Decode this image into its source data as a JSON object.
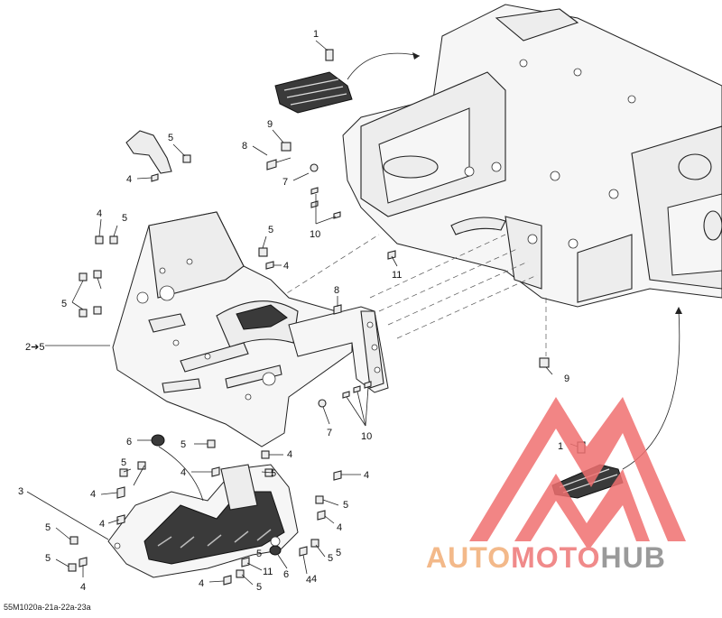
{
  "figure": {
    "code": "55M1020a-21a-22a-23a"
  },
  "callouts": [
    {
      "id": "c1a",
      "label": "1"
    },
    {
      "id": "c1b",
      "label": "1"
    },
    {
      "id": "c9a",
      "label": "9"
    },
    {
      "id": "c9b",
      "label": "9"
    },
    {
      "id": "c8a",
      "label": "8"
    },
    {
      "id": "c8b",
      "label": "8"
    },
    {
      "id": "c5a",
      "label": "5"
    },
    {
      "id": "c4a",
      "label": "4"
    },
    {
      "id": "c7a",
      "label": "7"
    },
    {
      "id": "c7b",
      "label": "7"
    },
    {
      "id": "c10a",
      "label": "10"
    },
    {
      "id": "c10b",
      "label": "10"
    },
    {
      "id": "c4b",
      "label": "4"
    },
    {
      "id": "c5b",
      "label": "5"
    },
    {
      "id": "c5c",
      "label": "5"
    },
    {
      "id": "c4c",
      "label": "4"
    },
    {
      "id": "c11a",
      "label": "11"
    },
    {
      "id": "c11b",
      "label": "11"
    },
    {
      "id": "c5d",
      "label": "5"
    },
    {
      "id": "c25",
      "label": "2➔5"
    },
    {
      "id": "c6a",
      "label": "6"
    },
    {
      "id": "c6b",
      "label": "6"
    },
    {
      "id": "c5e",
      "label": "5"
    },
    {
      "id": "c4d",
      "label": "4"
    },
    {
      "id": "c5f",
      "label": "5"
    },
    {
      "id": "c4e",
      "label": "4"
    },
    {
      "id": "c5g",
      "label": "5"
    },
    {
      "id": "c4f",
      "label": "4"
    },
    {
      "id": "c5h",
      "label": "5"
    },
    {
      "id": "c4g",
      "label": "4"
    },
    {
      "id": "c3",
      "label": "3"
    },
    {
      "id": "c5i",
      "label": "5"
    },
    {
      "id": "c4h",
      "label": "4"
    },
    {
      "id": "c5j",
      "label": "5"
    },
    {
      "id": "c4i",
      "label": "4"
    },
    {
      "id": "c4j",
      "label": "4"
    },
    {
      "id": "c5k",
      "label": "5"
    },
    {
      "id": "c5l",
      "label": "5"
    },
    {
      "id": "c4k",
      "label": "4"
    },
    {
      "id": "c5m",
      "label": "5"
    },
    {
      "id": "c4l",
      "label": "4"
    },
    {
      "id": "c5n",
      "label": "5"
    },
    {
      "id": "c4m",
      "label": "4"
    }
  ],
  "watermark": {
    "part1": "AUTO",
    "part2": "MOTO",
    "part3": "HUB",
    "triangle_color": "#f07070"
  }
}
